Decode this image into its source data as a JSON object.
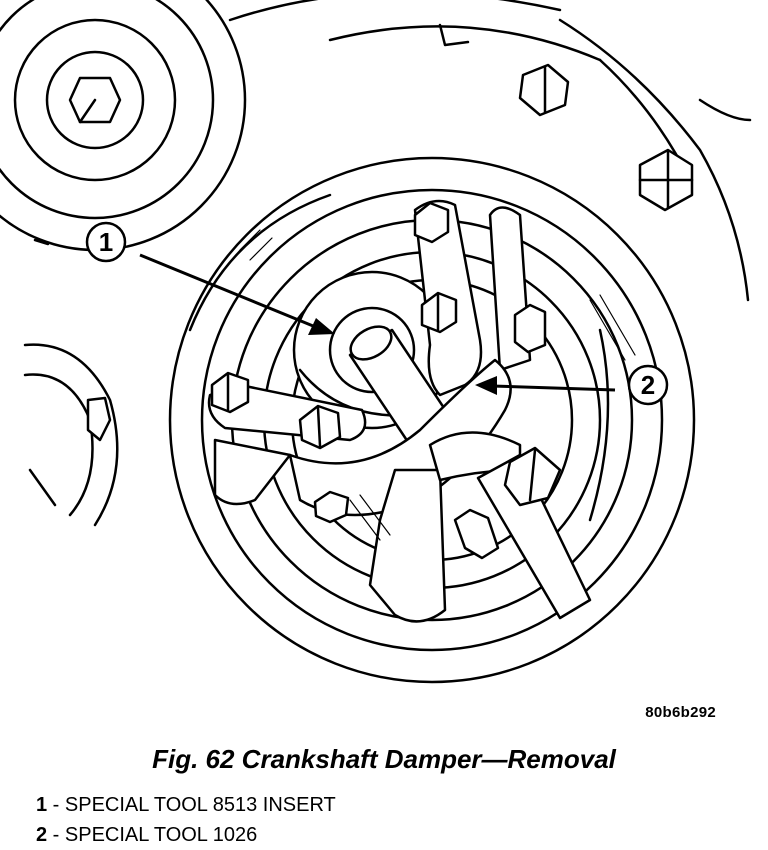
{
  "figure": {
    "image_code": "80b6b292",
    "caption": "Fig. 62 Crankshaft Damper—Removal",
    "callouts": [
      {
        "number": "1",
        "text": "SPECIAL TOOL 8513 INSERT"
      },
      {
        "number": "2",
        "text": "SPECIAL TOOL 1026"
      }
    ],
    "separator": " - "
  }
}
